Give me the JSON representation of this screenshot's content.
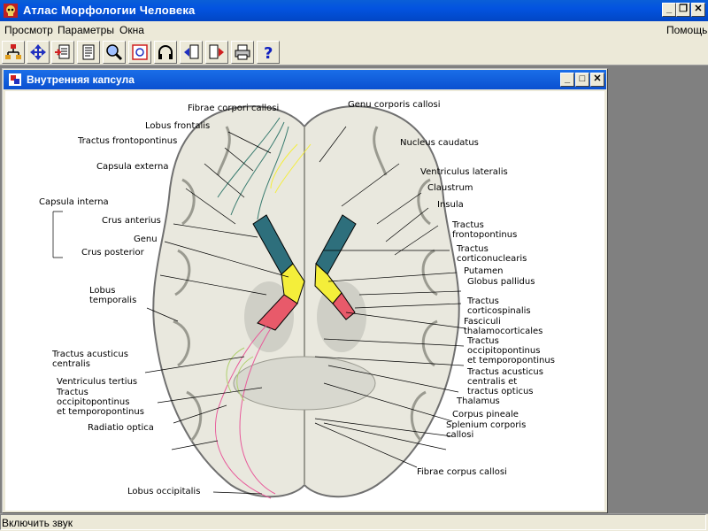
{
  "app": {
    "title": "Атлас Морфологии Человека"
  },
  "window_controls": {
    "minimize": "_",
    "restore": "❐",
    "close": "✕"
  },
  "menu": {
    "items": [
      "Просмотр",
      "Параметры",
      "Окна"
    ],
    "help": "Помощь"
  },
  "toolbar": {
    "tools": [
      "structure-tree",
      "move-arrows",
      "export-page",
      "page-text",
      "zoom-tool",
      "fit-frame",
      "sound-headphones",
      "prev-page",
      "next-page",
      "print",
      "help-question"
    ]
  },
  "child_window": {
    "title": "Внутренняя капсула"
  },
  "figure": {
    "labels": [
      "Fibrae corpori callosi",
      "Genu corporis callosi",
      "Lobus frontalis",
      "Tractus frontopontinus",
      "Nucleus caudatus",
      "Capsula externa",
      "Ventriculus lateralis",
      "Claustrum",
      "Capsula interna",
      "Insula",
      "Crus anterius",
      "Tractus",
      "frontopontinus",
      "Genu",
      "Tractus",
      "corticonuclearis",
      "Crus posterior",
      "Putamen",
      "Globus pallidus",
      "Lobus",
      "temporalis",
      "Tractus",
      "corticospinalis",
      "Fasciculi",
      "thalamocorticales",
      "Tractus",
      "occipitopontinus",
      "et temporopontinus",
      "Tractus acusticus",
      "centralis",
      "Tractus acusticus",
      "centralis et",
      "tractus opticus",
      "Ventriculus tertius",
      "Tractus",
      "occipitopontinus",
      "et temporopontinus",
      "Thalamus",
      "Corpus pineale",
      "Radiatio optica",
      "Splenium corporis",
      "callosi",
      "Fibrae corpus callosi",
      "Lobus occipitalis"
    ]
  },
  "status": {
    "text": "Включить звук"
  },
  "colors": {
    "title_blue": "#0353e0",
    "capsule_teal": "#2e6f7c",
    "capsule_yellow": "#f4ee3a",
    "capsule_red": "#e85a6a"
  }
}
